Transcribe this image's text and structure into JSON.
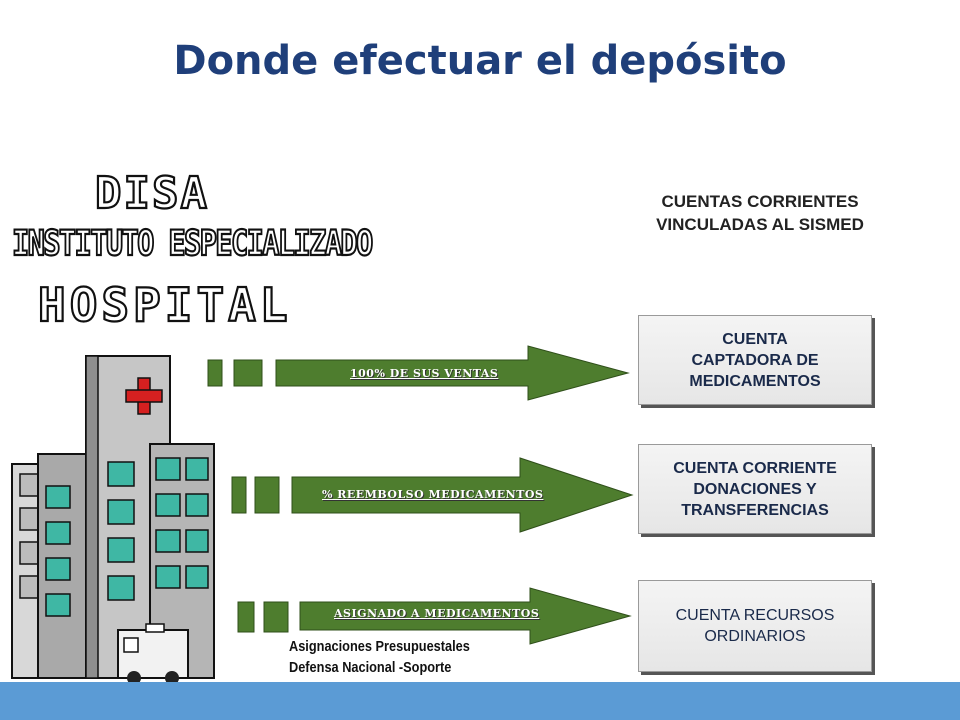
{
  "title": "Donde efectuar el depósito",
  "entities": {
    "disa": "DISA",
    "instituto": "INSTITUTO ESPECIALIZADO",
    "hospital": "HOSPITAL"
  },
  "accounts_header": "CUENTAS  CORRIENTES\nVINCULADAS AL SISMED",
  "flows": [
    {
      "label": "100% DE SUS VENTAS",
      "account": "CUENTA\nCAPTADORA DE\nMEDICAMENTOS"
    },
    {
      "label": "% REEMBOLSO MEDICAMENTOS",
      "account": "CUENTA CORRIENTE\nDONACIONES Y\nTRANSFERENCIAS"
    },
    {
      "label": "ASIGNADO A MEDICAMENTOS",
      "account": "CUENTA RECURSOS\nORDINARIOS"
    }
  ],
  "funding_note": {
    "line1": "Asignaciones Presupuestales",
    "line2": "Defensa Nacional -Soporte"
  },
  "colors": {
    "title": "#1f3f7a",
    "arrow": "#4e7d2e",
    "footer": "#5b9bd5",
    "cross": "#d62020"
  },
  "icons": [
    "hospital-building-icon",
    "ambulance-icon",
    "red-cross-icon"
  ]
}
